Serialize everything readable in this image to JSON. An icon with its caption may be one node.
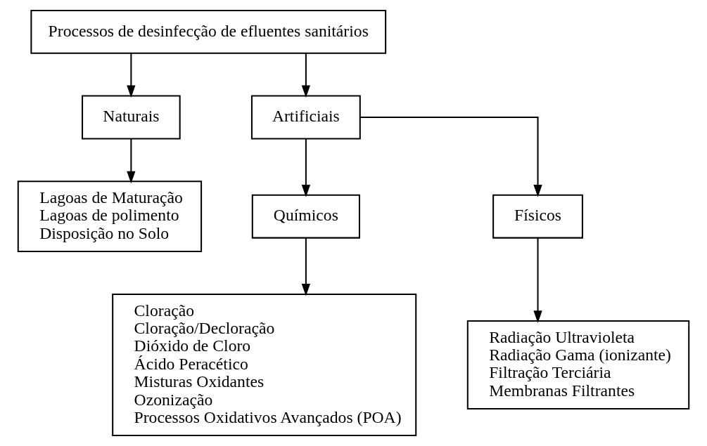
{
  "diagram": {
    "nodes": [
      {
        "text": [
          "Processos de desinfecção de efluentes sanitários"
        ]
      },
      {
        "text": [
          "Naturais"
        ]
      },
      {
        "text": [
          "Artificiais"
        ]
      },
      {
        "text": [
          "Lagoas de Maturação",
          "Lagoas de polimento",
          "Disposição no Solo"
        ]
      },
      {
        "text": [
          "Químicos"
        ]
      },
      {
        "text": [
          "Físicos"
        ]
      },
      {
        "text": [
          "Cloração",
          "Cloração/Decloração",
          "Dióxido de Cloro",
          "Ácido Peracético",
          "Misturas Oxidantes",
          "Ozonização",
          "Processos Oxidativos Avançados (POA)"
        ]
      },
      {
        "text": [
          "Radiação Ultravioleta",
          "Radiação Gama (ionizante)",
          "Filtração Terciária",
          "Membranas Filtrantes"
        ]
      }
    ],
    "edges": [
      {
        "from": 0,
        "to": 1,
        "arrow": "to"
      },
      {
        "from": 0,
        "to": 2,
        "arrow": "to"
      },
      {
        "from": 1,
        "to": 3,
        "arrow": "to"
      },
      {
        "from": 2,
        "to": 4,
        "arrow": "to"
      },
      {
        "from": 2,
        "to": 5,
        "arrow": "to"
      },
      {
        "from": 4,
        "to": 6,
        "arrow": "to"
      },
      {
        "from": 5,
        "to": 7,
        "arrow": "to"
      }
    ]
  }
}
